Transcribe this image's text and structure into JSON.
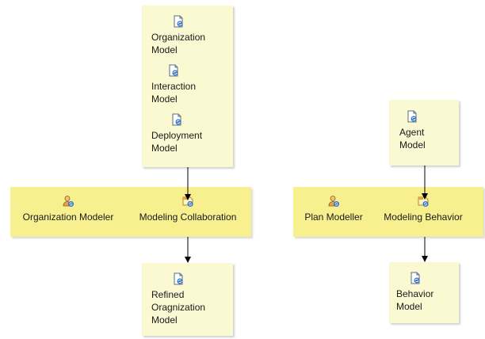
{
  "left": {
    "inputs": [
      "Organization\nModel",
      "Interaction\nModel",
      "Deployment\nModel"
    ],
    "role": "Organization Modeler",
    "activity": "Modeling Collaboration",
    "output": "Refined\nOragnization\nModel"
  },
  "right": {
    "input": "Agent\nModel",
    "role": "Plan Modeller",
    "activity": "Modeling Behavior",
    "output": "Behavior\nModel"
  },
  "icons": {
    "work_product": "document-refresh-icon",
    "role": "person-icon",
    "activity": "activity-icon"
  },
  "colors": {
    "work_product_fill": "#fbf9d2",
    "band_fill": "#f8ef8f",
    "connector": "#000000"
  }
}
